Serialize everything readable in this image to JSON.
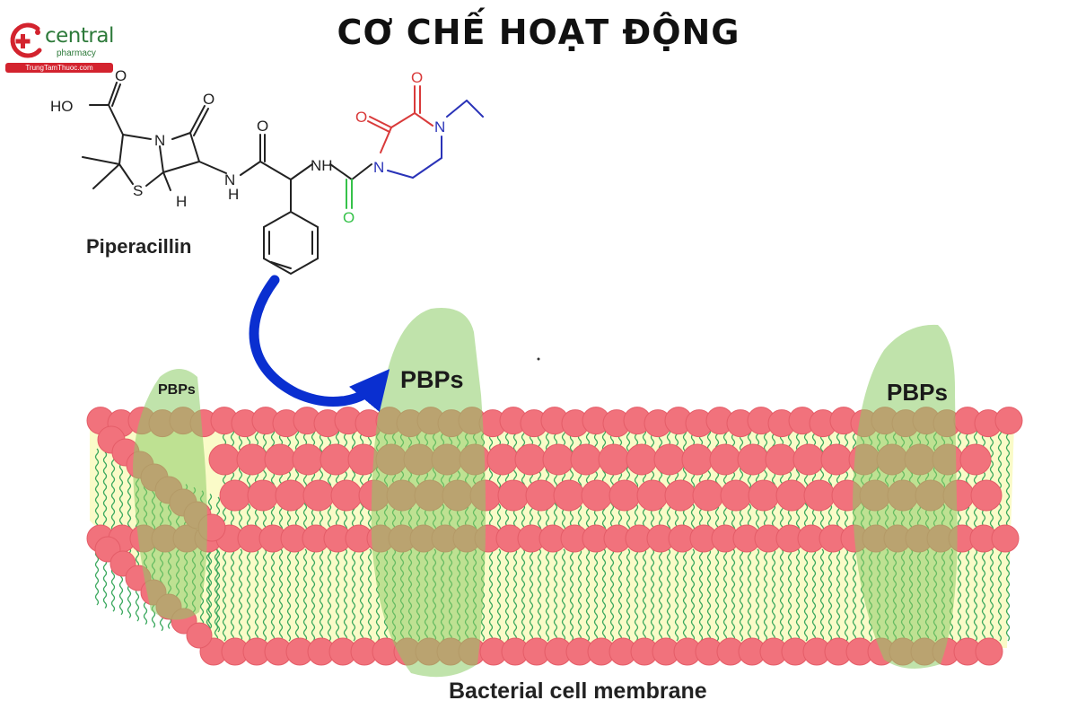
{
  "title": "CƠ CHẾ HOẠT ĐỘNG",
  "logo": {
    "brand": "central",
    "subtitle": "pharmacy",
    "site": "TrungTamThuoc.com"
  },
  "molecule": {
    "name": "Piperacillin",
    "atoms": {
      "hydroxyl": "HO",
      "oxygen": "O",
      "nitrogen": "N",
      "sulfur": "S",
      "hydrogen": "H",
      "amine": "NH"
    }
  },
  "membrane": {
    "caption": "Bacterial cell membrane",
    "pbp_left": "PBPs",
    "pbp_center": "PBPs",
    "pbp_right": "PBPs"
  },
  "colors": {
    "head": "#f1727c",
    "head_stroke": "#e45d68",
    "tail": "#3aa85e",
    "interior": "#fafbc8",
    "protein": "#8ccc66",
    "arrow": "#0a2fd0",
    "ring_red": "#d93a3a",
    "ring_blue": "#2a33b8",
    "carbonyl_green": "#36c24a",
    "brand_green": "#2d7a3a",
    "brand_red": "#d3232e"
  }
}
